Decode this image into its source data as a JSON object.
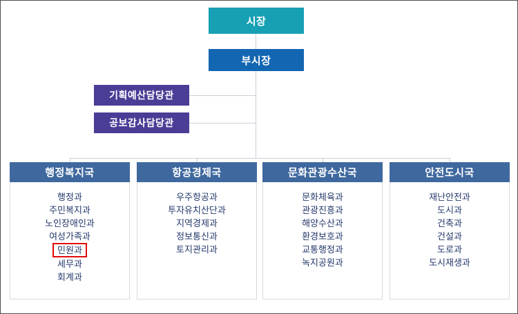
{
  "org_chart": {
    "mayor": {
      "label": "시장"
    },
    "vice_mayor": {
      "label": "부시장"
    },
    "staff_offices": [
      {
        "label": "기획예산담당관"
      },
      {
        "label": "공보감사담당관"
      }
    ],
    "bureaus": [
      {
        "name": "행정복지국",
        "departments": [
          {
            "label": "행정과"
          },
          {
            "label": "주민복지과"
          },
          {
            "label": "노인장애인과"
          },
          {
            "label": "여성가족과"
          },
          {
            "label": "민원과",
            "highlighted": true
          },
          {
            "label": "세무과"
          },
          {
            "label": "회계과"
          }
        ]
      },
      {
        "name": "항공경제국",
        "departments": [
          {
            "label": "우주항공과"
          },
          {
            "label": "투자유치산단과"
          },
          {
            "label": "지역경제과"
          },
          {
            "label": "정보통신과"
          },
          {
            "label": "토지관리과"
          }
        ]
      },
      {
        "name": "문화관광수산국",
        "departments": [
          {
            "label": "문화체육과"
          },
          {
            "label": "관광진흥과"
          },
          {
            "label": "해양수산과"
          },
          {
            "label": "환경보호과"
          },
          {
            "label": "교통행정과"
          },
          {
            "label": "녹지공원과"
          }
        ]
      },
      {
        "name": "안전도시국",
        "departments": [
          {
            "label": "재난안전과"
          },
          {
            "label": "도시과"
          },
          {
            "label": "건축과"
          },
          {
            "label": "건설과"
          },
          {
            "label": "도로과"
          },
          {
            "label": "도시재생과"
          }
        ]
      }
    ],
    "colors": {
      "mayor_box": "#17a0b4",
      "vice_mayor_box": "#1366b2",
      "staff_office_box": "#4a3d96",
      "bureau_header": "#3f689e",
      "department_text": "#24396b",
      "connector_line": "#cbd1da",
      "bureau_body_border": "#d9d9d9",
      "click_highlight": "#e20a0a"
    }
  }
}
